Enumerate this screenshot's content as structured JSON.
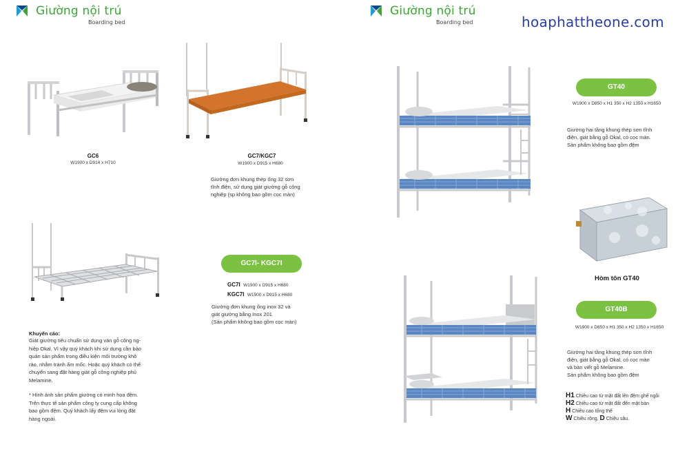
{
  "left_page": {
    "header": {
      "title": "Giường nội trú",
      "subtitle": "Boarding bed"
    },
    "products": [
      {
        "model": "GC6",
        "dims": "W1900 x D914 x H710"
      },
      {
        "model": "GC7/KGC7",
        "dims": "W1900 x D915 x H680",
        "description": [
          "Giường đơn khung thép ống  32 sơn",
          "tĩnh điện, sử dụng giát giường gỗ công",
          "nghiệp (sp không bao gồm cọc màn)"
        ]
      },
      {
        "pill": "GC7I- KGC7I",
        "lines": [
          {
            "model": "GC7I",
            "dims": "W1900 x D915 x H680"
          },
          {
            "model": "KGC7I",
            "dims": "W1900 x D915 x H680"
          }
        ],
        "description": [
          "Giường đơn khung ống inox  32 và",
          "giát giường bằng Inox 201",
          "(Sản phẩm không bao gồm cọc màn)"
        ]
      }
    ],
    "recommendation": {
      "title": "Khuyến cáo:",
      "paragraph1": [
        "Giát giường tiêu chuẩn sử dụng ván gỗ công ng-",
        "hiệp Okal. Vì vậy quý khách khi sử dụng cần bảo",
        "quản sản phẩm trong điều kiện môi trường khô",
        "ráo, nhằm tránh ẩm mốc. Hoặc quý khách có thể",
        "chuyển sang đặt hàng giát gỗ công nghiệp phủ",
        "Melamine."
      ],
      "paragraph2": [
        "* Hình ảnh sản phẩm giường có minh họa đệm.",
        "Trên thực  tế sản phẩm công ty cung cấp không",
        "bao gồm đệm. Quý khách lấy đệm vui lòng đặt",
        "hàng ngoài."
      ]
    }
  },
  "right_page": {
    "header": {
      "title": "Giường nội trú",
      "subtitle": "Boarding bed"
    },
    "website": "hoaphattheone.com",
    "gt40": {
      "pill": "GT40",
      "dims": "W1900 x D850 x H1 350 x H2 1350 x H1650",
      "description": [
        "Giường hai tầng khung thép sơn tĩnh",
        "điện, giát bằng gỗ Okal, có cọc màn.",
        "Sản phẩm không bao gồm đệm"
      ]
    },
    "box": {
      "label": "Hòm tôn GT40"
    },
    "gt40b": {
      "pill": "GT40B",
      "dims": "W1900 x D850 x H1 350 x H2 1350 x H1650",
      "description": [
        "Giường hai tầng khung thép sơn tĩnh",
        "điện, giát bằng gỗ Okal, có cọc màn",
        "và bàn viết gỗ Melamine.",
        "Sản phẩm không bao gồm đệm"
      ]
    },
    "legend": [
      {
        "key": "H1",
        "text": " Chiều cao từ mặt đất lên đệm ghế ngồi"
      },
      {
        "key": "H2",
        "text": " Chiều cao từ mặt đất đến mặt bàn"
      },
      {
        "key": "H",
        "text": " Chiều cao tổng thể"
      },
      {
        "key": "W",
        "text": " Chiều rộng, ",
        "key2": "D",
        "text2": " Chiều sâu."
      }
    ]
  },
  "colors": {
    "brand_green": "#3fa33a",
    "pill_green": "#7cc242",
    "link_blue": "#2a3f9e",
    "mattress_blue": "#5a86c2",
    "frame_grey": "#c8c9cc"
  }
}
